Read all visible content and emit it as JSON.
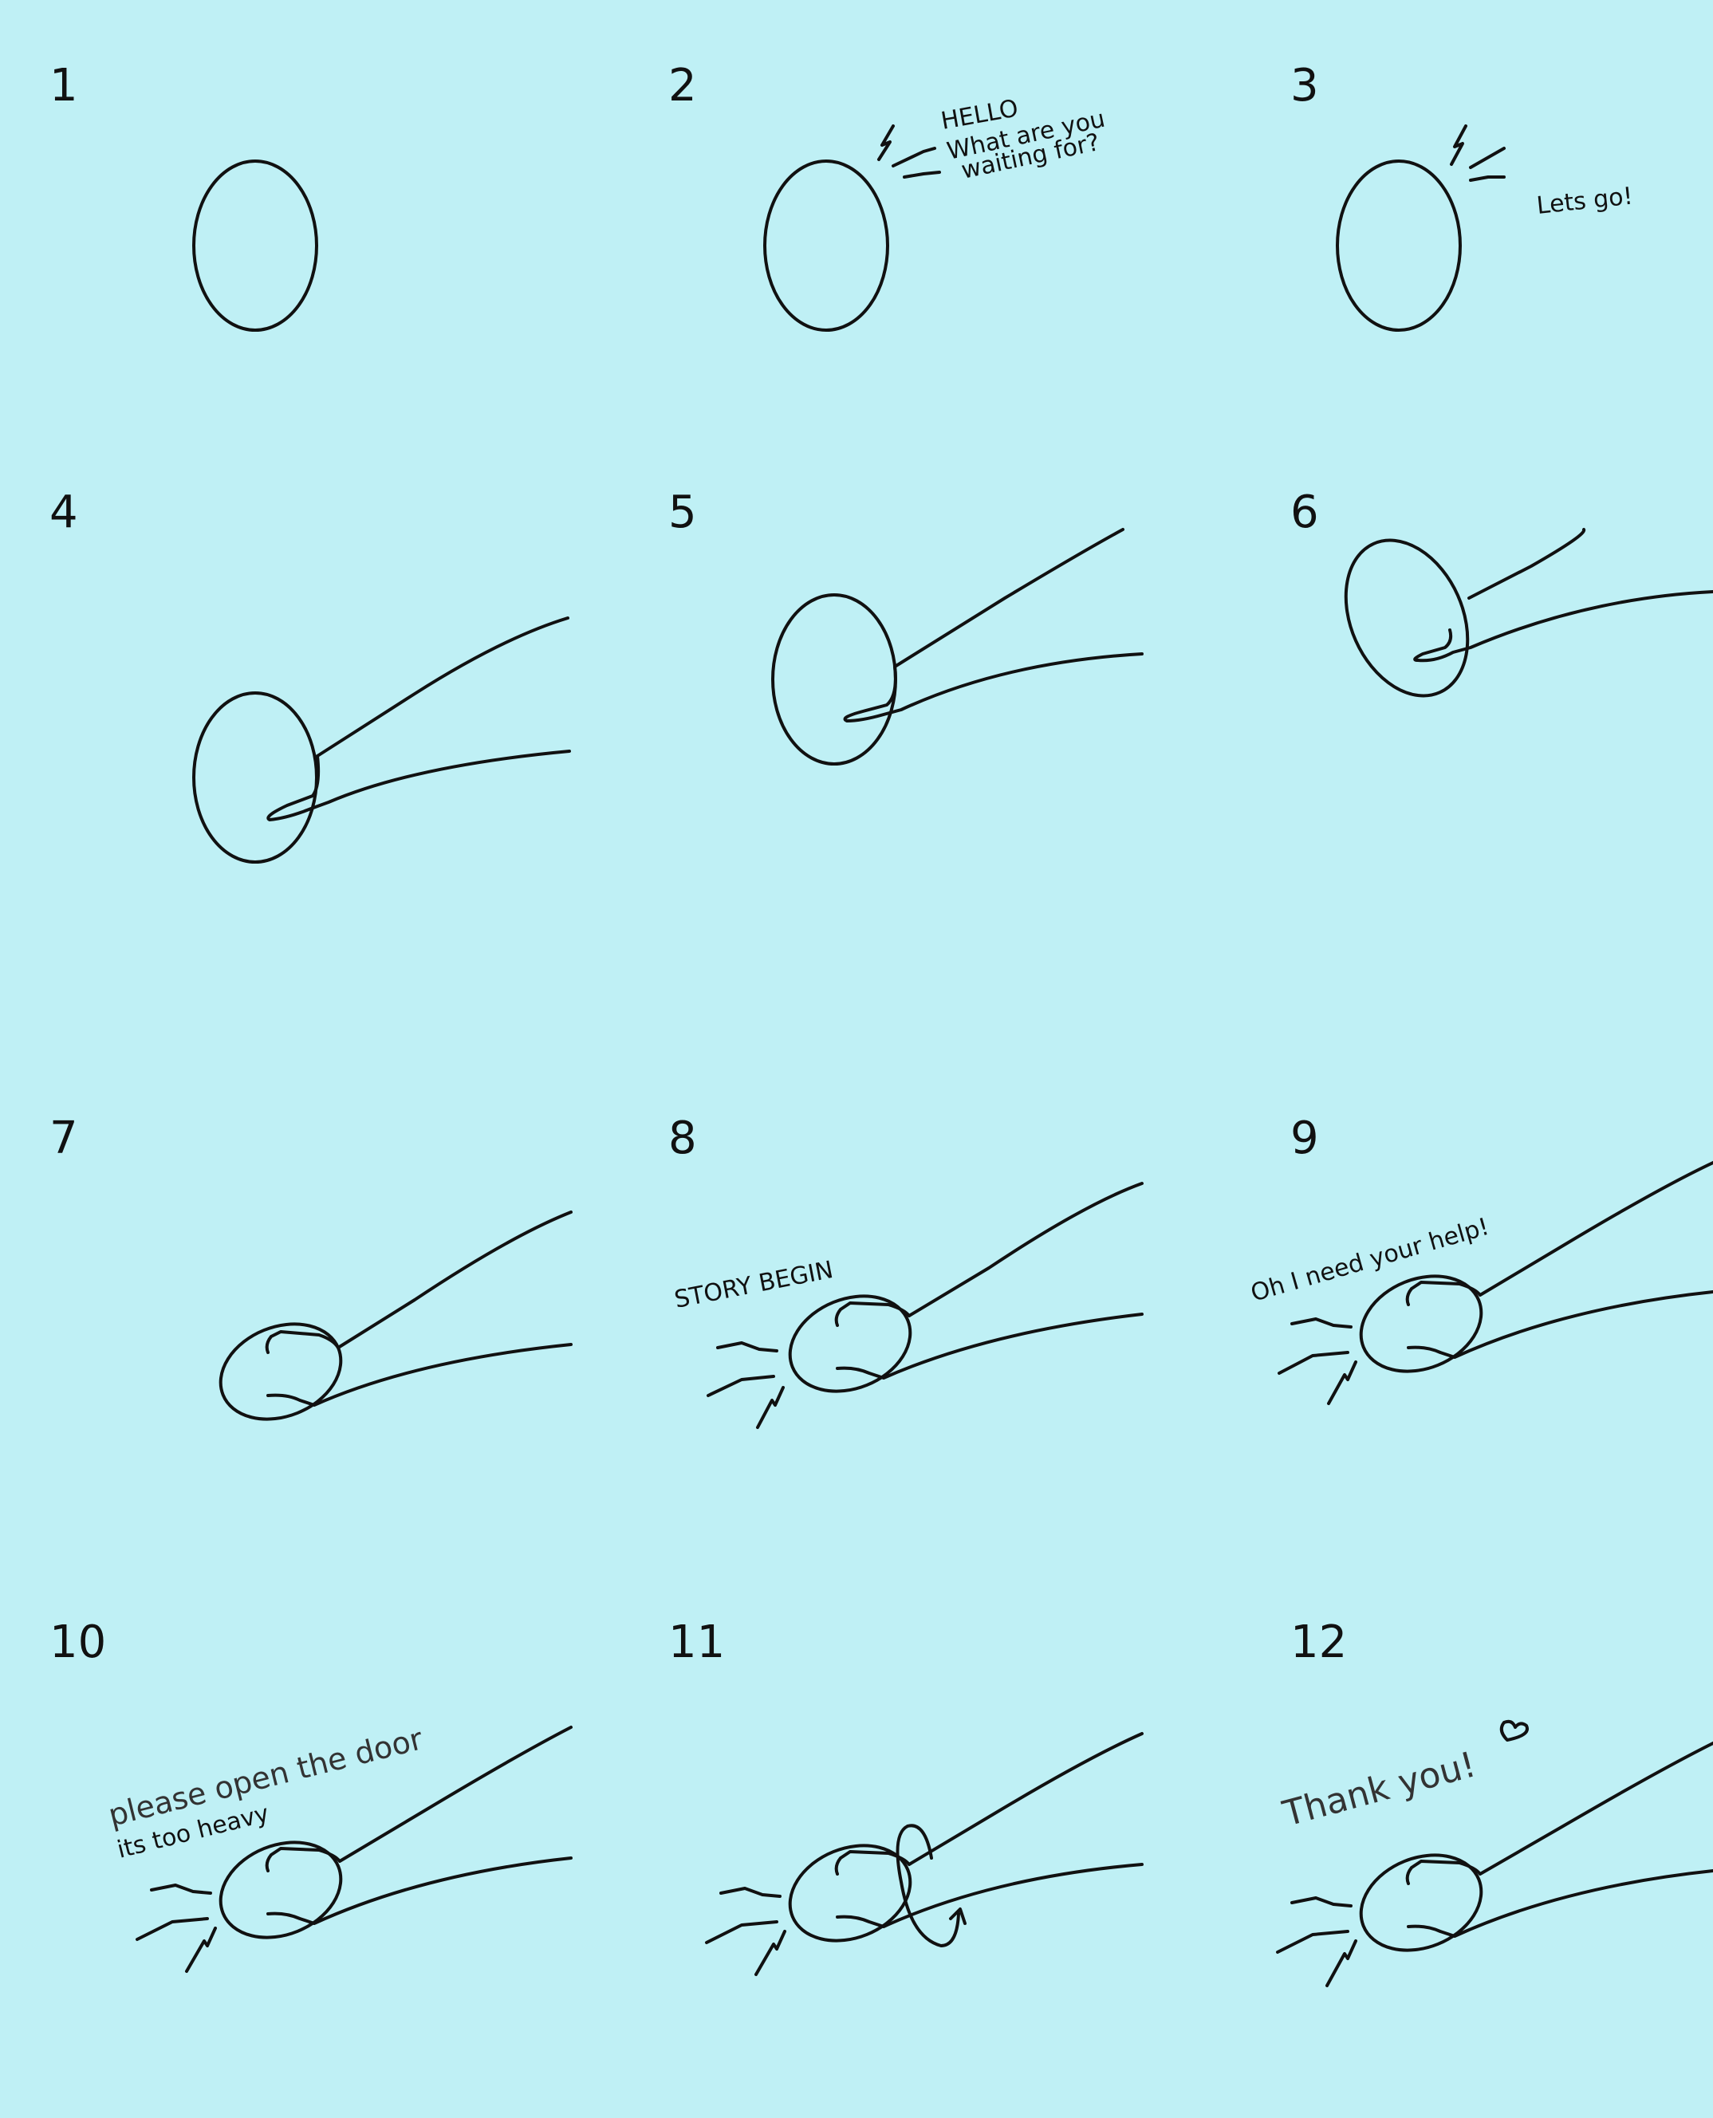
{
  "panels": [
    {
      "number": "1"
    },
    {
      "number": "2",
      "lines": [
        "HELLO",
        "What are you",
        "waiting for?"
      ]
    },
    {
      "number": "3",
      "lines": [
        "Lets go!"
      ]
    },
    {
      "number": "4"
    },
    {
      "number": "5"
    },
    {
      "number": "6"
    },
    {
      "number": "7"
    },
    {
      "number": "8",
      "lines": [
        "STORY BEGIN"
      ]
    },
    {
      "number": "9",
      "lines": [
        "Oh I need your help!"
      ]
    },
    {
      "number": "10",
      "lines": [
        "please open the door",
        "its too heavy"
      ]
    },
    {
      "number": "11"
    },
    {
      "number": "12",
      "lines": [
        "Thank you!"
      ]
    }
  ],
  "colors": {
    "background": "#bff0f5",
    "ink": "#111111"
  }
}
